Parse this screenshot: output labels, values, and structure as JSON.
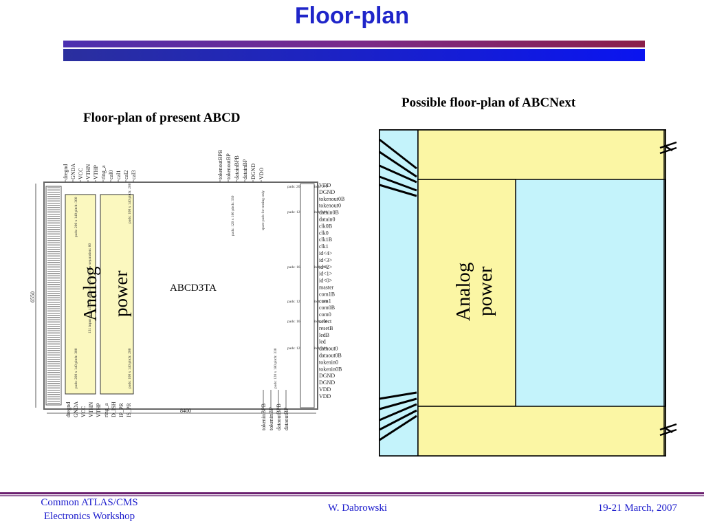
{
  "slide": {
    "title": "Floor-plan"
  },
  "left_figure": {
    "caption": "Floor-plan of present ABCD",
    "chip_name": "ABCD3TA",
    "height_dim": "6550",
    "width_dim": "8400",
    "analog_label": "Analog",
    "power_label": "power",
    "top_pins": [
      "dregnd",
      "GNDA",
      "VCC",
      "VTHN",
      "VTHP",
      "ring_a",
      "cal0",
      "cal1",
      "cal2",
      "cal3"
    ],
    "top_right_pins": [
      "tokenoutBPB",
      "tokenoutBP",
      "datainBPB",
      "datainBP",
      "DGND",
      "VDO"
    ],
    "right_pins": [
      "VDD",
      "DGND",
      "tokenout0B",
      "tokenout0",
      "datain0B",
      "datain0",
      "clk0B",
      "clk0",
      "clk1B",
      "clk1",
      "id<4>",
      "id<3>",
      "id<2>",
      "id<1>",
      "id<0>",
      "master",
      "com1B",
      "com1",
      "com0B",
      "com0",
      "select",
      "resetB",
      "ledB",
      "led",
      "dataout0",
      "dataout0B",
      "tokenin0",
      "tokenin0B",
      "DGND",
      "DGND",
      "VDD",
      "VDD"
    ],
    "bottom_pins": [
      "dregnd",
      "GNDA",
      "VCC",
      "VTHN",
      "VTHP",
      "ring_a",
      "D_ISH",
      "IP_PR",
      "IS_PR"
    ],
    "bottom_right_pins": [
      "tokeninBPB",
      "tokeninBP",
      "dataoutBPB",
      "dataoutBP"
    ],
    "pad_notes": {
      "top_pads": "pads: 120 x 180 pitch: 330",
      "spare": "spare pads for testing only",
      "analog_top": "pads: 200 x 140 pitch: 300",
      "power_top": "pads: 100 x 140 pitch: 200",
      "analog_bottom": "pads: 200 x 140 pitch: 300",
      "power_bottom": "pads: 100 x 140 pitch: 200",
      "inputs": "131 input pads 41x120 pitch in rows: 96 row separation: 80",
      "bottom_pads": "pads: 120 x 180 pitch: 330",
      "r1": "pads: 200 x 180 pitch: 270",
      "r2": "pads: 120 x 180 pitch: 180",
      "r3": "pads: 160 x 180 pitch: 200",
      "r4": "pads: 120 x 180 pitch: 180",
      "r5": "pads: 160 x 180 pitch: 200",
      "r6": "pads: 120 x 180 pitch: 180"
    }
  },
  "right_figure": {
    "caption": "Possible floor-plan of ABCNext",
    "analog_label": "Analog",
    "power_label": "power",
    "colors": {
      "yellow": "#fbf6a4",
      "cyan": "#c4f3fb"
    }
  },
  "footer": {
    "org_line1": "Common ATLAS/CMS",
    "org_line2": "Electronics Workshop",
    "author": "W. Dabrowski",
    "date": "19-21 March, 2007"
  }
}
